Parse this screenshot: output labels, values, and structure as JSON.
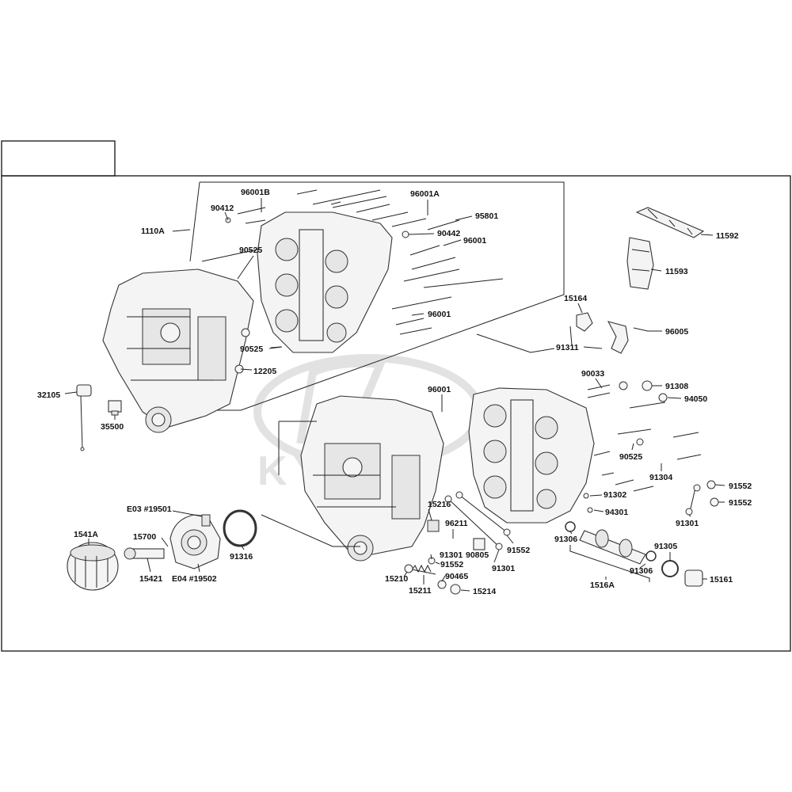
{
  "frame": {
    "header_title": ""
  },
  "watermark": {
    "text": "KYMCO"
  },
  "parts": [
    "96001B",
    "90412",
    "96001A",
    "95801",
    "90442",
    "96001",
    "1110A",
    "90525",
    "96001",
    "90525",
    "12205",
    "32105",
    "35500",
    "11592",
    "11593",
    "15164",
    "96005",
    "91311",
    "90033",
    "91308",
    "94050",
    "96001",
    "90525",
    "91304",
    "91552",
    "91552",
    "91302",
    "94301",
    "91301",
    "E03 #19501",
    "15216",
    "96211",
    "15700",
    "1541A",
    "91306",
    "91305",
    "90805",
    "91552",
    "91301",
    "91316",
    "91301",
    "91552",
    "90465",
    "15210",
    "15211",
    "15214",
    "15421",
    "E04 #19502",
    "91306",
    "1516A",
    "15161"
  ]
}
